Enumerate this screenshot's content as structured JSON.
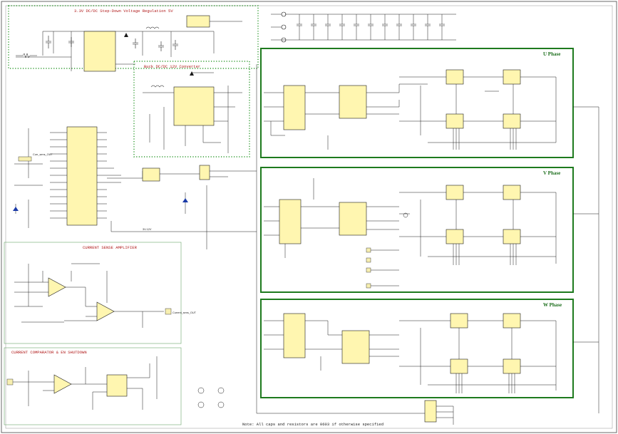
{
  "sections": {
    "buck_title": "3.3V DC/DC Step-Down Voltage Regulation 5V",
    "boost_title": "Buck DC/DC 12V Converter",
    "current_sense_title": "CURRENT SENSE AMPLIFIER",
    "comparator_title": "CURRENT COMPARATOR & EN SHUTDOWN"
  },
  "phases": {
    "u": "U Phase",
    "v": "V Phase",
    "w": "W Phase"
  },
  "connectors": {
    "curr_sense_out": "Curr_sens_OUT",
    "current_sense_out": "Current_sens_OUT",
    "fault": "3V-12V"
  },
  "footer_note": "Note: All caps and resistors are 0603 if otherwise specified",
  "colors": {
    "phase_border": "#1e7a1e",
    "dotted_border": "#2e9a2e",
    "thin_border": "#7fb37f",
    "ic_fill": "#fff6b0",
    "wire": "#1a1a1a",
    "section_title": "#b01818"
  }
}
